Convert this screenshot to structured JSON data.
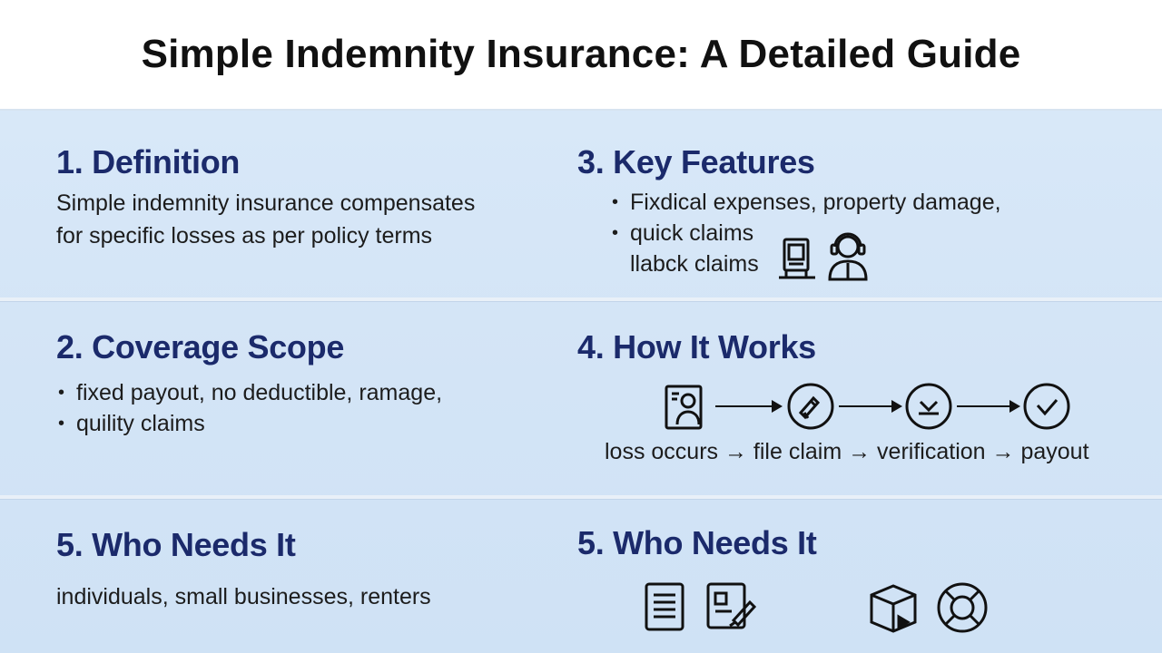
{
  "title": "Simple Indemnity Insurance: A Detailed Guide",
  "sections": {
    "definition": {
      "heading": "1. Definition",
      "lines": [
        "Simple indemnity insurance compensates",
        "for specific losses as per policy terms"
      ]
    },
    "coverage": {
      "heading": "2. Coverage Scope",
      "bullets": [
        "fixed payout, no deductible, ramage,",
        "quility claims"
      ]
    },
    "features": {
      "heading": "3. Key Features",
      "bullets": [
        "Fixdical expenses, property damage,",
        "quick claims"
      ],
      "extra_line": "llabck claims"
    },
    "how": {
      "heading": "4. How It Works",
      "caption": "loss occurs → file claim → verification → payout"
    },
    "who_left": {
      "heading": "5. Who Needs It",
      "text": "individuals, small businesses, renters"
    },
    "who_right": {
      "heading": "5. Who Needs It"
    }
  },
  "icons": {
    "features": [
      "document-stand-icon",
      "person-headset-icon"
    ],
    "flow": [
      "document-person-icon",
      "pen-icon",
      "verify-icon",
      "check-icon"
    ],
    "who": [
      "document-list-icon",
      "document-sign-icon",
      "box-icon",
      "lifebuoy-icon"
    ]
  },
  "colors": {
    "heading": "#1b2a6b",
    "background": "#d3e4f6"
  }
}
